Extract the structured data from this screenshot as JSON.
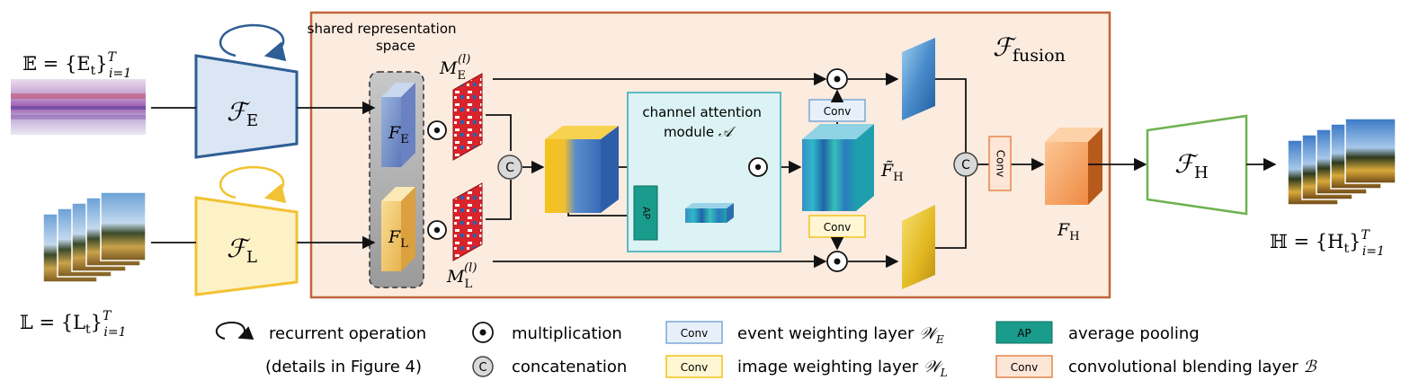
{
  "inputs": {
    "event_set": "𝔼 = {E",
    "event_sub": "t",
    "event_close": "}",
    "event_sup": "T",
    "event_idx": "i=1",
    "image_set": "𝕃 = {L",
    "image_sub": "t",
    "image_close": "}",
    "image_sup": "T",
    "image_idx": "i=1"
  },
  "output": {
    "set": "ℍ = {H",
    "sub": "t",
    "close": "}",
    "sup": "T",
    "idx": "i=1"
  },
  "encoders": {
    "event": {
      "symbol": "ℱ",
      "sub": "E"
    },
    "image": {
      "symbol": "ℱ",
      "sub": "L"
    },
    "hdr": {
      "symbol": "ℱ",
      "sub": "H"
    }
  },
  "fusion": {
    "symbol": "ℱ",
    "sub": "fusion",
    "shared_line1": "shared representation",
    "shared_line2": "space"
  },
  "features": {
    "fe": {
      "sym": "F",
      "sub": "E"
    },
    "fl": {
      "sym": "F",
      "sub": "L"
    },
    "me": {
      "sym": "M",
      "sub": "E",
      "sup": "(l)"
    },
    "ml": {
      "sym": "M",
      "sub": "L",
      "sup": "(l)"
    },
    "fh_tilde": {
      "sym": "F̃",
      "sub": "H"
    },
    "fh": {
      "sym": "F",
      "sub": "H"
    }
  },
  "attention": {
    "line1": "channel attention",
    "line2": "module ",
    "symbol": "𝒜",
    "ap": "AP"
  },
  "ops": {
    "concat": "C",
    "conv": "Conv"
  },
  "legend": {
    "recurrent_line1": "recurrent operation",
    "recurrent_line2": "(details in Figure 4)",
    "multiplication": "multiplication",
    "concatenation": "concatenation",
    "conv_label": "Conv",
    "ap_label": "AP",
    "event_weighting": "event weighting layer ",
    "event_weighting_sym": "𝒲",
    "event_weighting_sub": "E",
    "image_weighting": "image weighting layer ",
    "image_weighting_sym": "𝒲",
    "image_weighting_sub": "L",
    "average_pooling": "average pooling",
    "blending": "convolutional blending layer ",
    "blending_sym": "ℬ"
  },
  "colors": {
    "fusion_bg": "#fcebdf",
    "fusion_border": "#c0653b",
    "event_enc_fill": "#dbe6f4",
    "event_enc_stroke": "#2e5e95",
    "image_enc_fill": "#fdf1c6",
    "image_enc_stroke": "#f2c232",
    "hdr_enc_stroke": "#6eb250",
    "attention_bg": "#dbf3f4",
    "attention_border": "#4fb3bd",
    "ap_fill": "#1a9c8c",
    "conv_event_fill": "#e7f0fa",
    "conv_event_stroke": "#7ba7d6",
    "conv_image_fill": "#fff7d4",
    "conv_image_stroke": "#f0c419",
    "conv_blend_fill": "#fde6d6",
    "conv_blend_stroke": "#e6864a"
  }
}
